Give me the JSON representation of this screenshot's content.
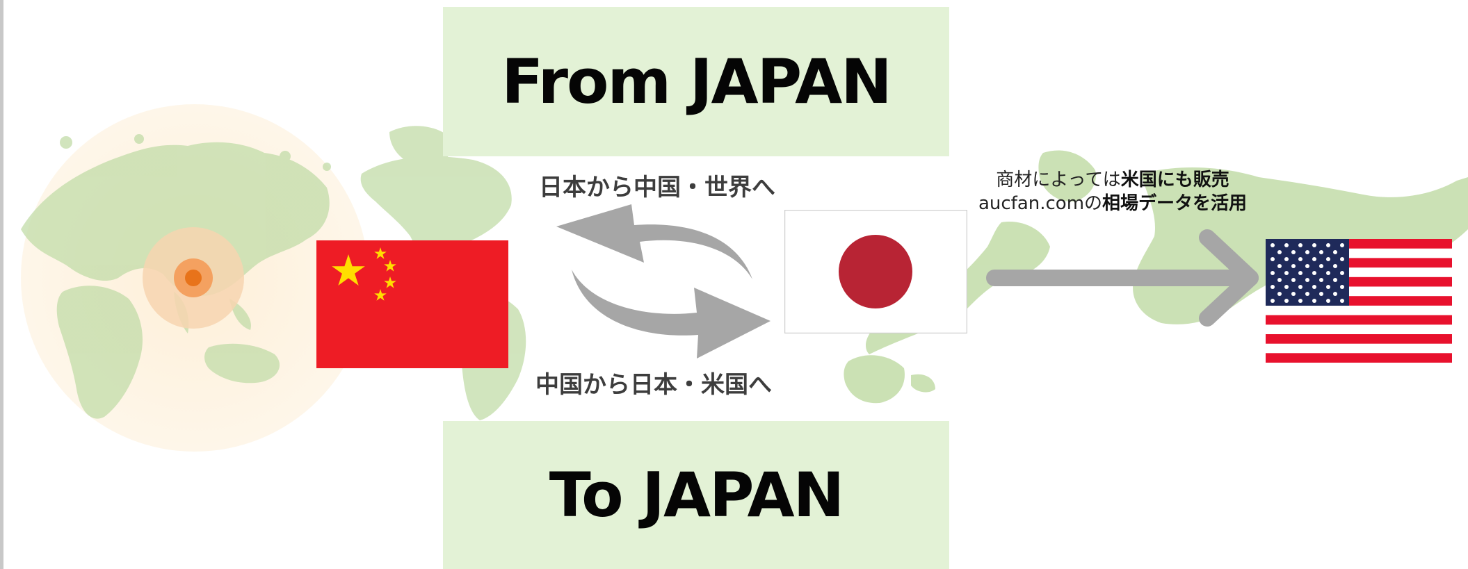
{
  "from_panel": {
    "label": "From JAPAN"
  },
  "to_panel": {
    "label": "To JAPAN"
  },
  "flows": {
    "outbound_label": "日本から中国・世界へ",
    "inbound_label": "中国から日本・米国へ"
  },
  "us_note": {
    "line1_plain": "商材によっては",
    "line1_bold": "米国にも販売",
    "line2_plain": "aucfan.comの",
    "line2_bold": "相場データを活用"
  },
  "icons": {
    "world_map": "world-map-background",
    "japan_map": "japan-map-silhouette",
    "location_target": "location-target-icon",
    "china_flag": "china-flag",
    "japan_flag": "japan-flag",
    "us_flag": "us-flag",
    "exchange_arrows": "exchange-arrows-icon",
    "export_arrow": "right-arrow-icon"
  },
  "colors": {
    "panel_bg": "#e3f2d6",
    "map_green": "#c2dca8",
    "target_orange": "#e8731a",
    "arrow_gray": "#a6a6a6",
    "china_red": "#ee1c25",
    "china_star": "#ffde00",
    "japan_red": "#b82434",
    "us_red": "#e8112d",
    "us_blue": "#1f2a5a"
  }
}
